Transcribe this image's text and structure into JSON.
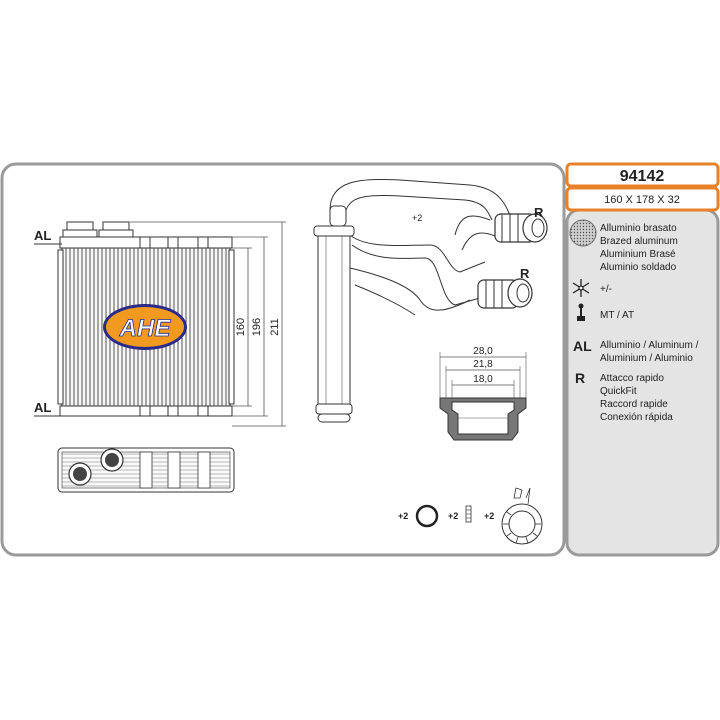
{
  "header": {
    "part_number": "94142",
    "dimensions": "160 X 178 X 32"
  },
  "front_view": {
    "brand_logo": "AHE",
    "tank_labels": [
      "AL",
      "AL"
    ],
    "dimensions": [
      "160",
      "196",
      "211"
    ]
  },
  "side_view": {
    "quantity_note": "+2",
    "connector_labels": [
      "R",
      "R"
    ]
  },
  "pipe_section": {
    "dimensions": [
      "28,0",
      "21,8",
      "18,0"
    ]
  },
  "accessories": {
    "oring_qty": "+2",
    "pin_qty": "+2",
    "clip_qty": "+2"
  },
  "legend": {
    "material": [
      "Alluminio brasato",
      "Brazed aluminum",
      "Aluminium Brasé",
      "Aluminio soldado"
    ],
    "tolerance_text": "+/-",
    "transmission_text": "MT / AT",
    "al_symbol": "AL",
    "al_text": [
      "Alluminio  / Aluminum /",
      "Aluminium / Aluminio"
    ],
    "r_symbol": "R",
    "r_text": [
      "Attacco rapido",
      "QuickFit",
      "Raccord rapide",
      "Conexión rápida"
    ]
  },
  "colors": {
    "frame_border": "#9a9a9a",
    "header_border": "#e8822a",
    "legend_bg": "#e4e4e4",
    "logo_fill": "#f29a1f",
    "logo_ring": "#2a2a8a",
    "logo_text": "#ffffff",
    "line": "#333333"
  }
}
